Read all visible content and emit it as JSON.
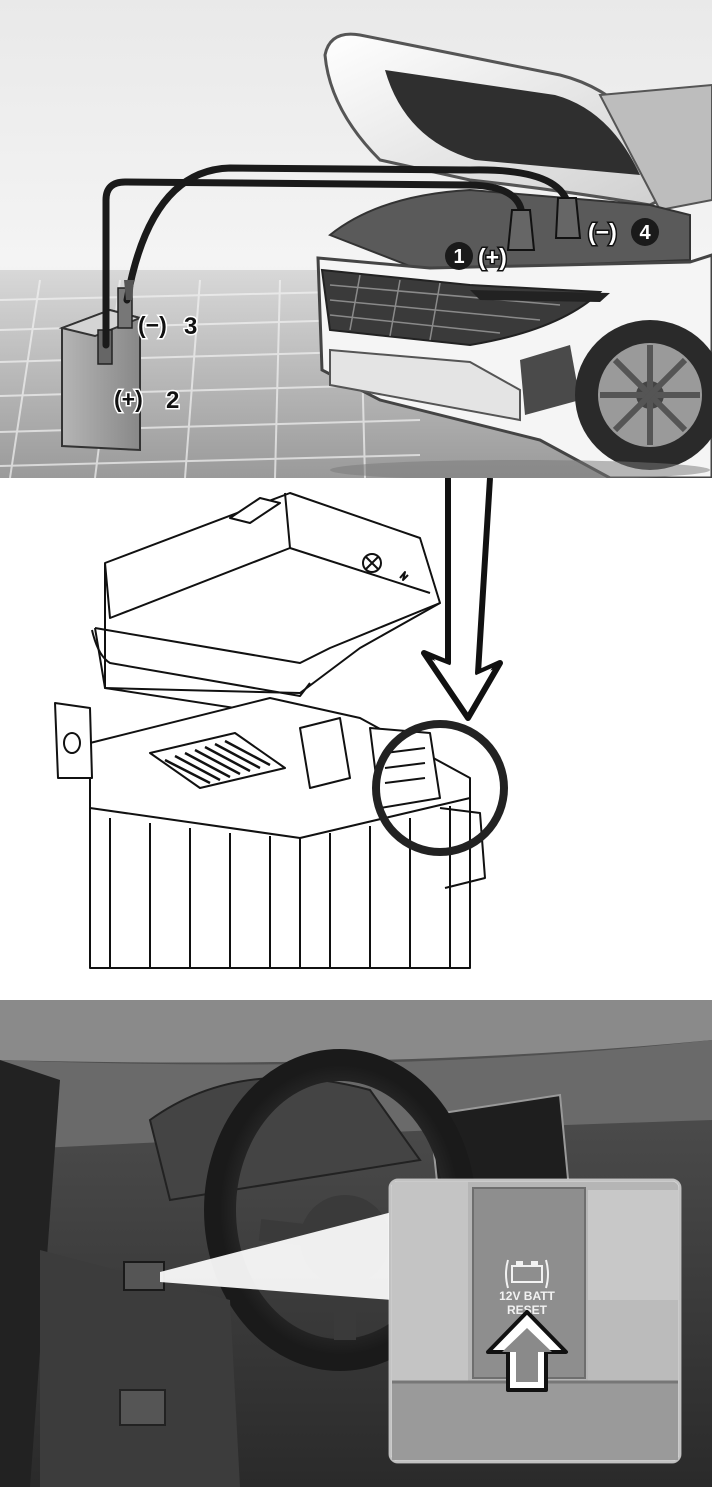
{
  "jump_start": {
    "terminals": [
      {
        "number": "1",
        "sign": "(+)",
        "location": "vehicle-fuse-box-jump-terminal"
      },
      {
        "number": "2",
        "sign": "(+)",
        "location": "booster-battery"
      },
      {
        "number": "3",
        "sign": "(−)",
        "location": "booster-battery"
      },
      {
        "number": "4",
        "sign": "(−)",
        "location": "vehicle-ground"
      }
    ]
  },
  "reset_button": {
    "line1": "12V BATT",
    "line2": "RESET"
  }
}
